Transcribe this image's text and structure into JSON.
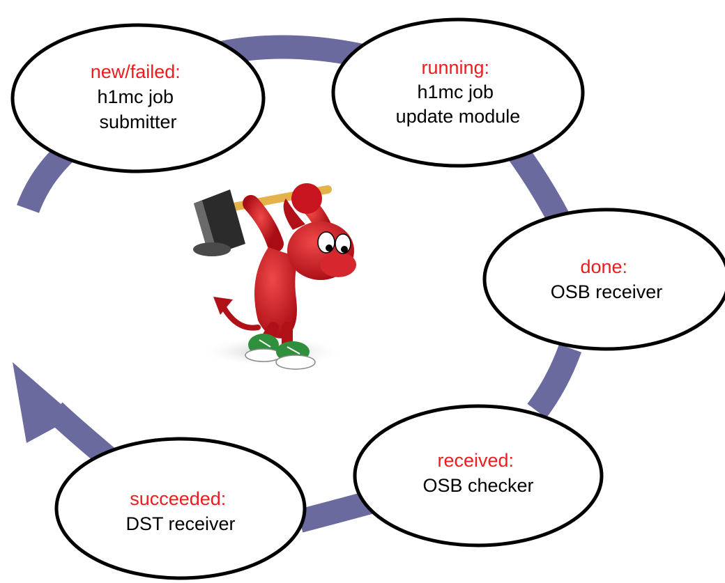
{
  "colors": {
    "arrow": "#6a6a9e",
    "state": "#ee1c1c",
    "label": "#000000",
    "ellipse_fill": "#ffffff",
    "ellipse_stroke": "#000000",
    "mascot_body": "#c8141e"
  },
  "mascot": {
    "icon": "hammer-devil-mascot"
  },
  "nodes": [
    {
      "id": "new",
      "state": "new/failed:",
      "lines": [
        "h1mc job",
        "submitter"
      ]
    },
    {
      "id": "running",
      "state": "running:",
      "lines": [
        "h1mc job",
        "update module"
      ]
    },
    {
      "id": "done",
      "state": "done:",
      "lines": [
        "OSB receiver"
      ]
    },
    {
      "id": "received",
      "state": "received:",
      "lines": [
        "OSB checker"
      ]
    },
    {
      "id": "succeeded",
      "state": "succeeded:",
      "lines": [
        "DST receiver"
      ]
    }
  ]
}
